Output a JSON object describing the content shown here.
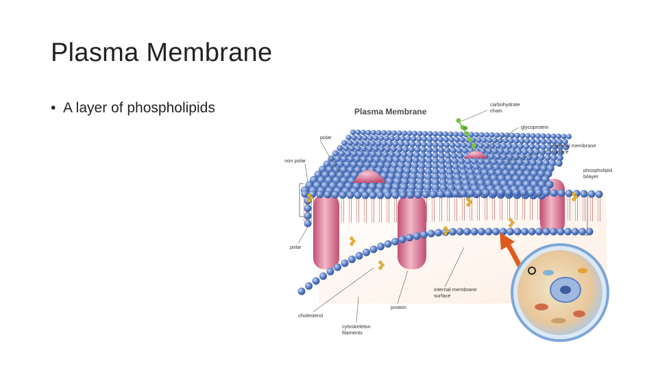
{
  "slide": {
    "title": "Plasma Membrane",
    "bullets": [
      "A layer of phospholipids"
    ]
  },
  "figure": {
    "title": "Plasma Membrane",
    "labels": {
      "polar_top": "polar",
      "non_polar": "non polar",
      "polar_bottom": "polar",
      "carbohydrate_1": "carbohydrate",
      "carbohydrate_2": "chain",
      "glycoprotein": "glycoprotein",
      "external_1": "external membrane",
      "external_2": "surface",
      "phospholipid_1": "phospholipid",
      "phospholipid_2": "bilayer",
      "internal_1": "internal membrane",
      "internal_2": "surface",
      "protein": "protein",
      "cholesterol": "cholesterol",
      "cytoskeleton_1": "cytoskeleton",
      "cytoskeleton_2": "filaments"
    },
    "colors": {
      "head": "#5b7fc4",
      "head_dark": "#2f4f9a",
      "protein": "#d9708f",
      "protein_light": "#f2b7c8",
      "cholesterol": "#e8b52a",
      "arrow": "#e05a1c",
      "cell": "#a9c8e8"
    }
  }
}
